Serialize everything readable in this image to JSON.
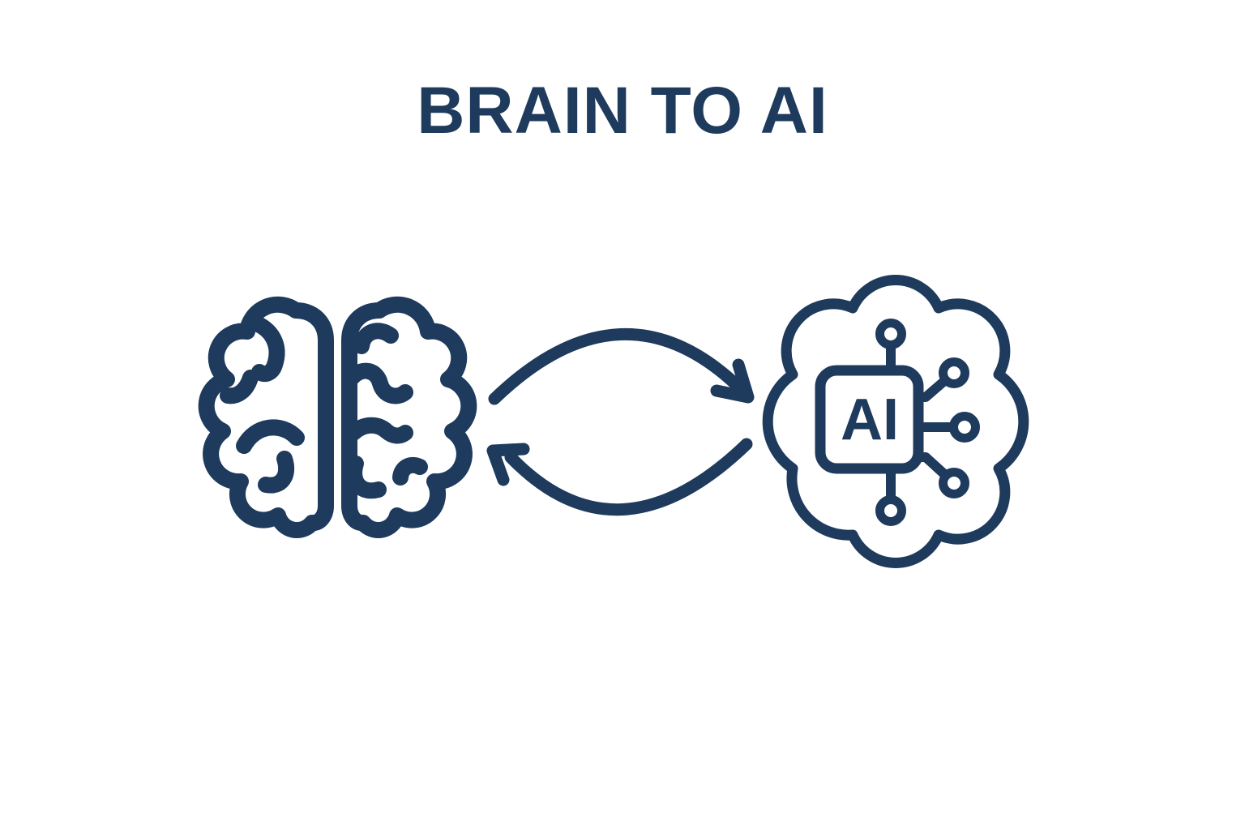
{
  "title": {
    "text": "BRAIN TO AI"
  },
  "colors": {
    "ink": "#1e3a5c",
    "background": "#ffffff"
  },
  "diagram": {
    "left_icon": {
      "name": "brain-icon",
      "description": "Human brain, top view, two hemispheres, outline line style"
    },
    "center_icon": {
      "name": "cycle-arrows-icon",
      "description": "Two curved arrows forming a bidirectional exchange loop: top arrow pointing right, bottom arrow pointing left"
    },
    "right_icon": {
      "name": "ai-chip-cloud-icon",
      "description": "AI microchip with circuit nodes inside a scalloped cloud/brain outline",
      "chip_label": "AI"
    }
  }
}
